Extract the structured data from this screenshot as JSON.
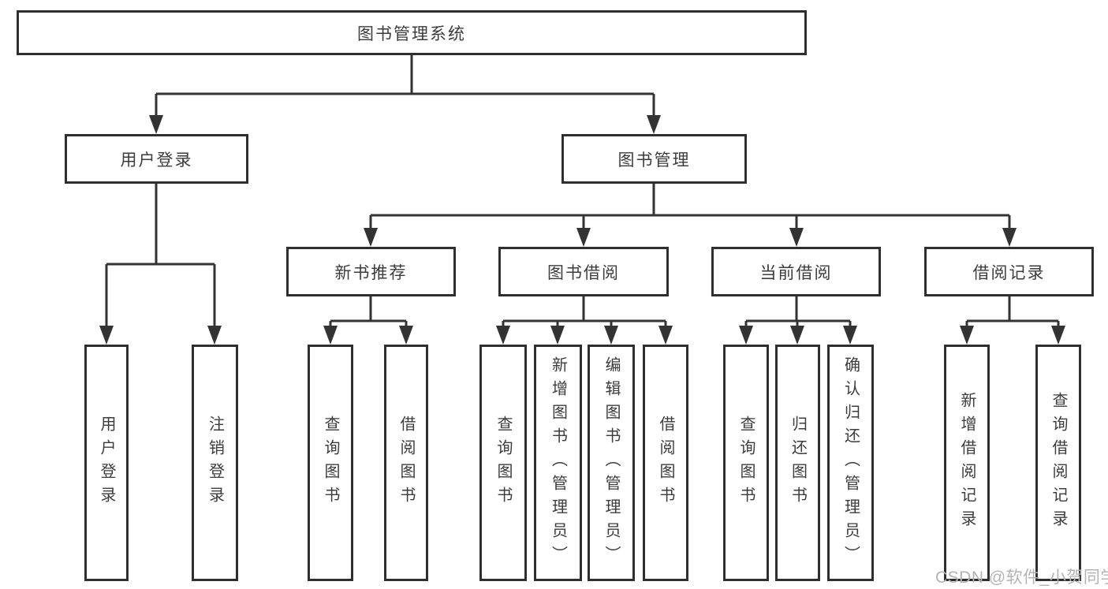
{
  "colors": {
    "line": "#333333",
    "border": "#2f2f2f",
    "text": "#3c3c3c",
    "watermark": "#b3b3b3",
    "bg": "#ffffff"
  },
  "watermark": {
    "text": "CSDN @软件_小贺同学"
  },
  "diagram": {
    "root": {
      "label": "图书管理系统"
    },
    "branches": [
      {
        "label": "用户登录",
        "children": [
          {
            "label": "用户登录"
          },
          {
            "label": "注销登录"
          }
        ]
      },
      {
        "label": "图书管理",
        "children": [
          {
            "label": "新书推荐",
            "children": [
              {
                "label": "查询图书"
              },
              {
                "label": "借阅图书"
              }
            ]
          },
          {
            "label": "图书借阅",
            "children": [
              {
                "label": "查询图书"
              },
              {
                "label": "新增图书（管理员）"
              },
              {
                "label": "编辑图书（管理员）"
              },
              {
                "label": "借阅图书"
              }
            ]
          },
          {
            "label": "当前借阅",
            "children": [
              {
                "label": "查询图书"
              },
              {
                "label": "归还图书"
              },
              {
                "label": "确认归还（管理员）"
              }
            ]
          },
          {
            "label": "借阅记录",
            "children": [
              {
                "label": "新增借阅记录"
              },
              {
                "label": "查询借阅记录"
              }
            ]
          }
        ]
      }
    ]
  }
}
